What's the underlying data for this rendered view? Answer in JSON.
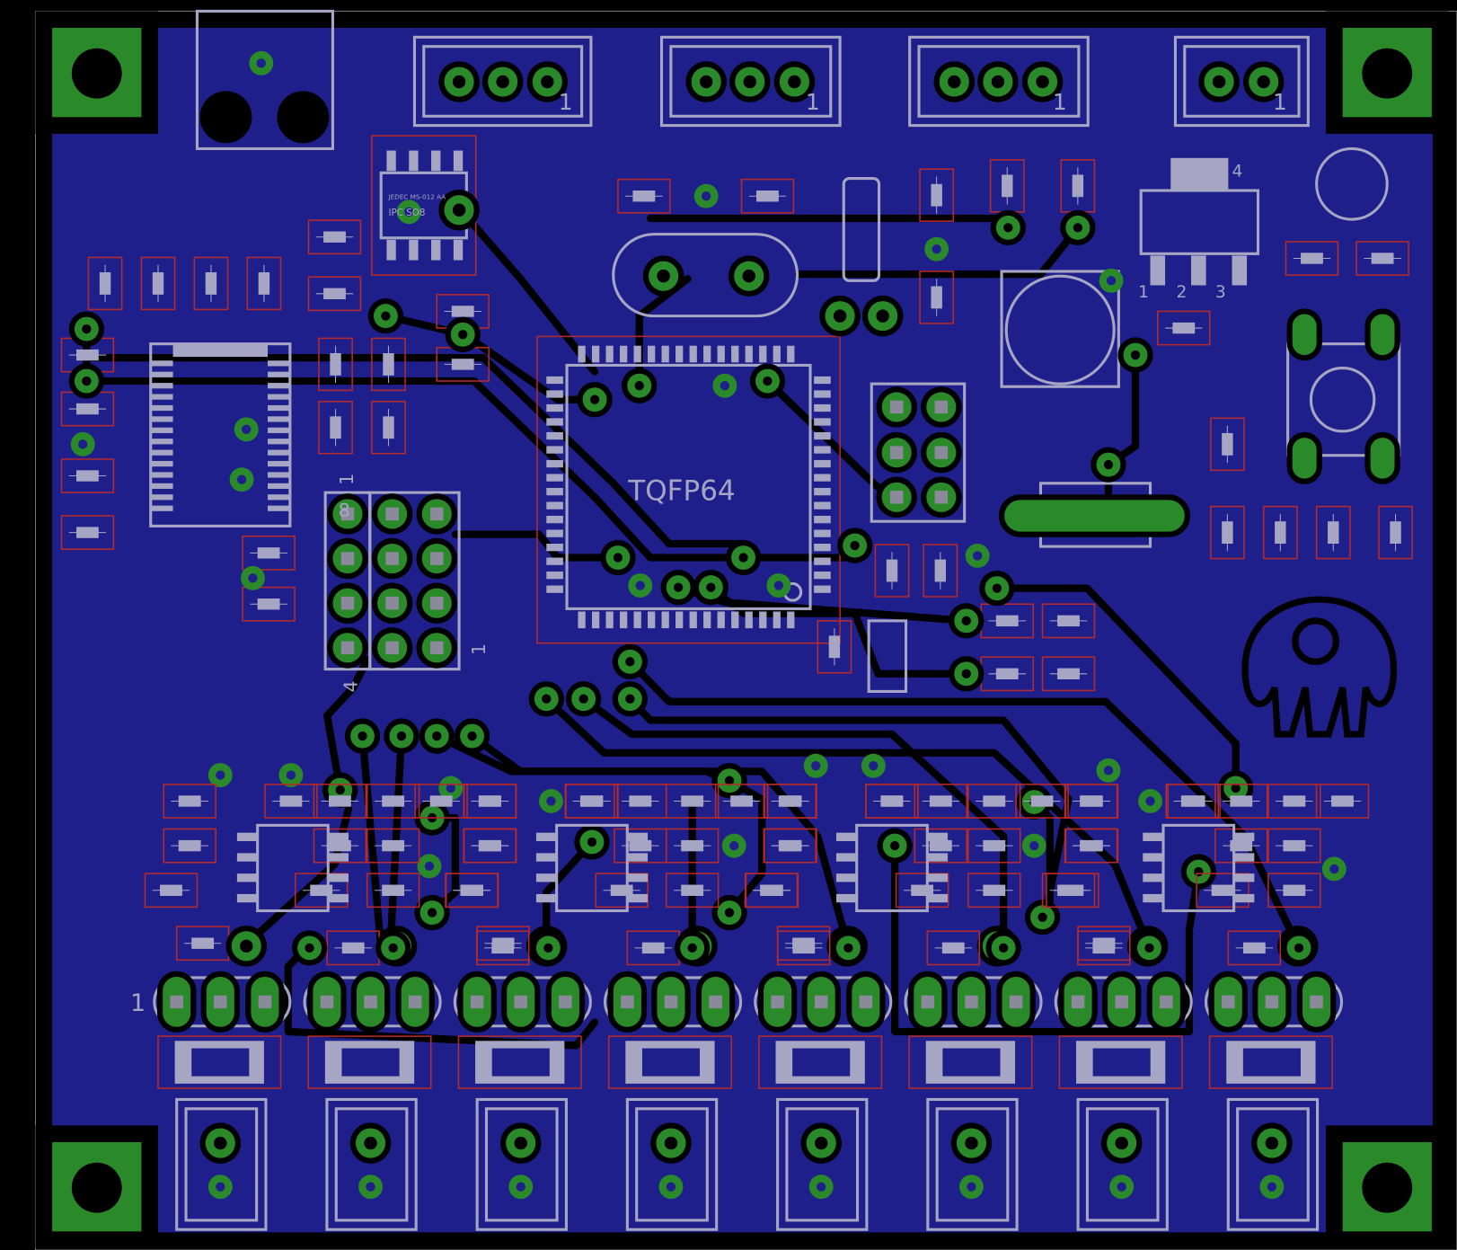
{
  "board": {
    "title": "PCB layout",
    "colors": {
      "background": "#000000",
      "copper": "#1f1f8c",
      "pad": "#2a8a2a",
      "silkscreen": "#a6a6c4",
      "outline": "#b52a2a"
    }
  },
  "labels": {
    "mcu": "TQFP64",
    "so8_line1": "JEDEC MS-012 AA",
    "so8_line2": "IPC SO8",
    "conn_pin1": "1",
    "reg_pin4": "4",
    "reg_pin1": "1",
    "reg_pin2": "2",
    "reg_pin3": "3",
    "hdr_pin8": "8",
    "hdr_pin1_top": "1",
    "hdr_pin4": "4",
    "hdr_pin1_right": "1",
    "row_pin1": "1"
  }
}
